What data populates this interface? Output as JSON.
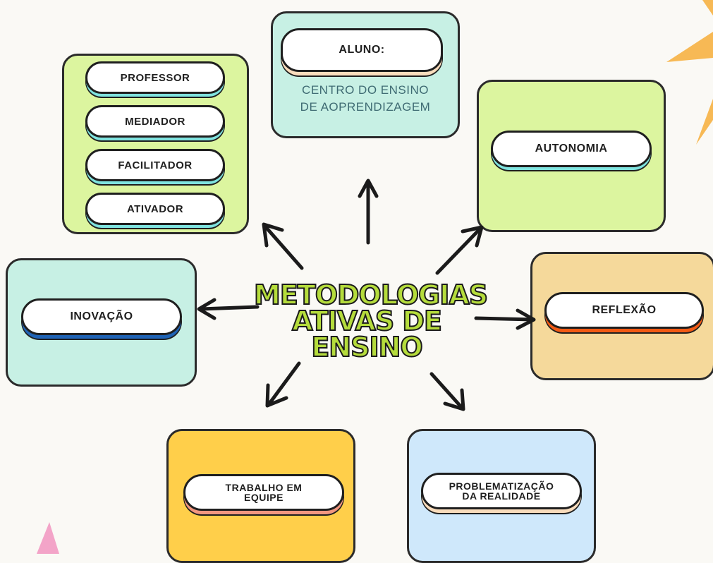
{
  "center": {
    "title_lines": [
      "METODOLOGIAS",
      "ATIVAS DE",
      "ENSINO"
    ]
  },
  "nodes": {
    "aluno": {
      "label": "ALUNO:",
      "subtext_lines": [
        "CENTRO DO ENSINO",
        "DE AOPRENDIZAGEM"
      ]
    },
    "roles": {
      "items": [
        "PROFESSOR",
        "MEDIADOR",
        "FACILITADOR",
        "ATIVADOR"
      ]
    },
    "autonomia": {
      "label": "AUTONOMIA"
    },
    "inovacao": {
      "label": "INOVAÇÃO"
    },
    "reflexao": {
      "label": "REFLEXÃO"
    },
    "trabalho": {
      "label_lines": [
        "TRABALHO EM",
        "EQUIPE"
      ]
    },
    "problematizacao": {
      "label_lines": [
        "PROBLEMATIZAÇÃO",
        "DA REALIDADE"
      ]
    }
  },
  "colors": {
    "background": "#faf9f5",
    "mint": "#c7f0e4",
    "lime": "#dcf59f",
    "tan": "#f5d99b",
    "yellow": "#ffcf4a",
    "light_blue": "#cfe8fb",
    "title_green": "#b5dc3c",
    "accent_blue": "#1f63b5",
    "accent_orange": "#f25a14",
    "accent_teal": "#7fe3df",
    "accent_salmon": "#f2977f",
    "accent_peach": "#f9dcbc",
    "sun_orange": "#f7b955",
    "pink": "#f3a4c8"
  }
}
